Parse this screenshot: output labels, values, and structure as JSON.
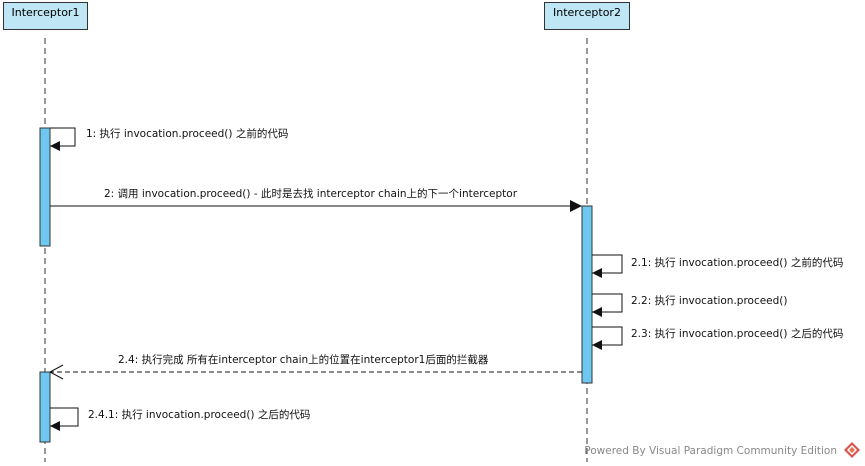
{
  "lifelines": [
    {
      "id": "i1",
      "label": "Interceptor1"
    },
    {
      "id": "i2",
      "label": "Interceptor2"
    }
  ],
  "messages": [
    {
      "id": "m1",
      "label": "1: 执行 invocation.proceed() 之前的代码",
      "type": "self"
    },
    {
      "id": "m2",
      "label": "2: 调用 invocation.proceed() - 此时是去找 interceptor chain上的下一个interceptor",
      "type": "call"
    },
    {
      "id": "m21",
      "label": "2.1: 执行 invocation.proceed() 之前的代码",
      "type": "self"
    },
    {
      "id": "m22",
      "label": "2.2: 执行 invocation.proceed()",
      "type": "self"
    },
    {
      "id": "m23",
      "label": "2.3: 执行 invocation.proceed() 之后的代码",
      "type": "self"
    },
    {
      "id": "m24",
      "label": "2.4: 执行完成 所有在interceptor chain上的位置在interceptor1后面的拦截器",
      "type": "return"
    },
    {
      "id": "m241",
      "label": "2.4.1: 执行 invocation.proceed() 之后的代码",
      "type": "self"
    }
  ],
  "watermark": "Powered By Visual Paradigm Community Edition",
  "colors": {
    "lifeline_fill": "#bee6f5",
    "activation_fill": "#6ec8f0",
    "line": "#333333"
  }
}
